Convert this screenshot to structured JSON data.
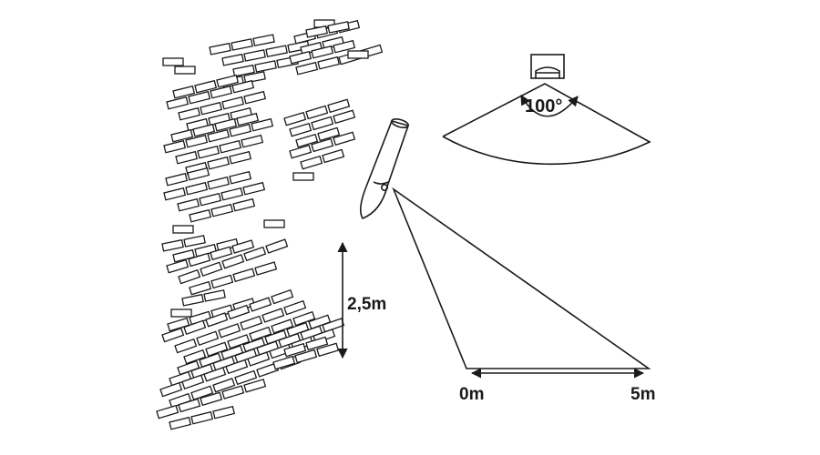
{
  "labels": {
    "angle": "100°",
    "height": "2,5m",
    "range_start": "0m",
    "range_end": "5m"
  },
  "colors": {
    "line": "#1a1a1a",
    "background": "#ffffff"
  },
  "icons": {
    "wall": "brick-wall-icon",
    "lamp": "spotlight-lamp-icon",
    "sensor": "motion-sensor-icon"
  }
}
